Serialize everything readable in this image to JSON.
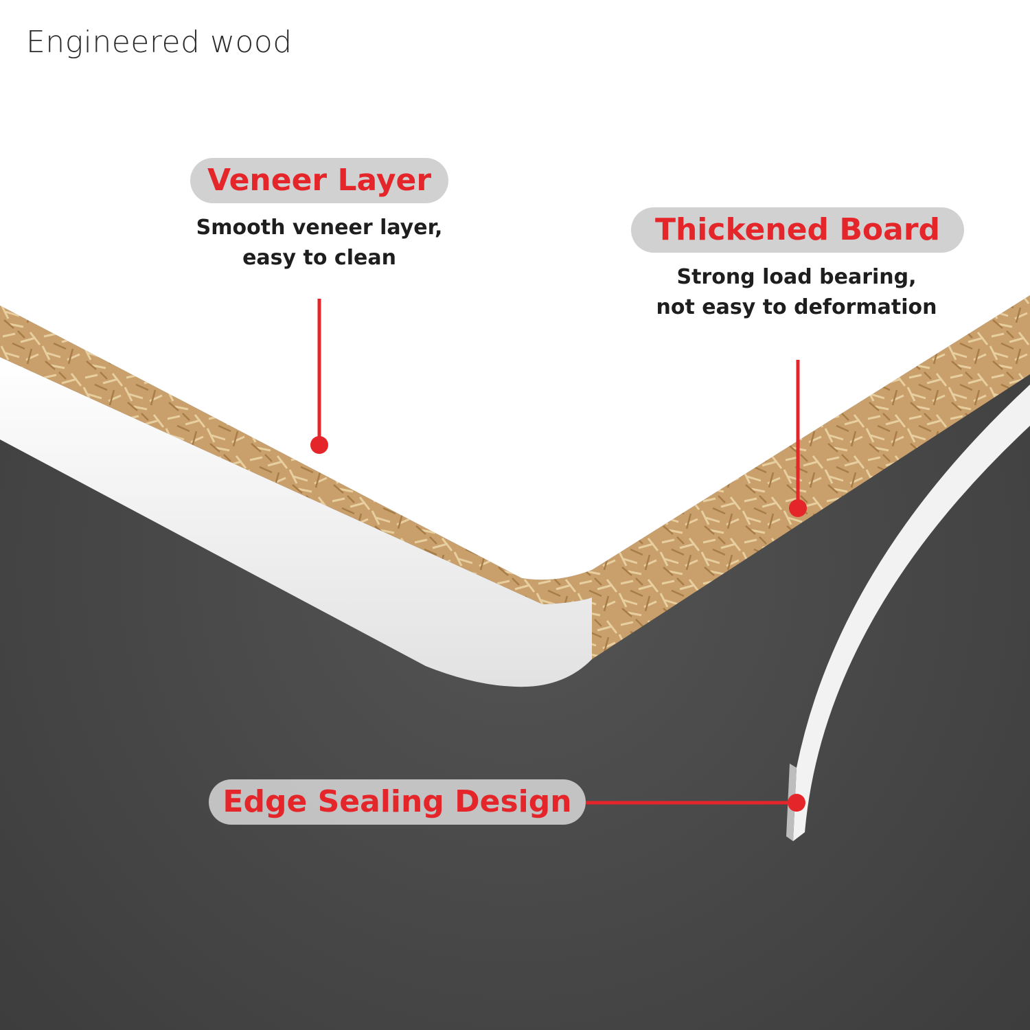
{
  "title": "Engineered wood",
  "callouts": {
    "veneer": {
      "heading": "Veneer Layer",
      "line1": "Smooth veneer layer,",
      "line2": "easy to clean"
    },
    "board": {
      "heading": "Thickened Board",
      "line1": "Strong load bearing,",
      "line2": "not easy to deformation"
    },
    "edge": {
      "heading": "Edge Sealing Design"
    }
  },
  "colors": {
    "accent": "#e4252a",
    "background": "#4a4a4a",
    "veneer": "#ffffff",
    "board": "#c9a06b"
  }
}
